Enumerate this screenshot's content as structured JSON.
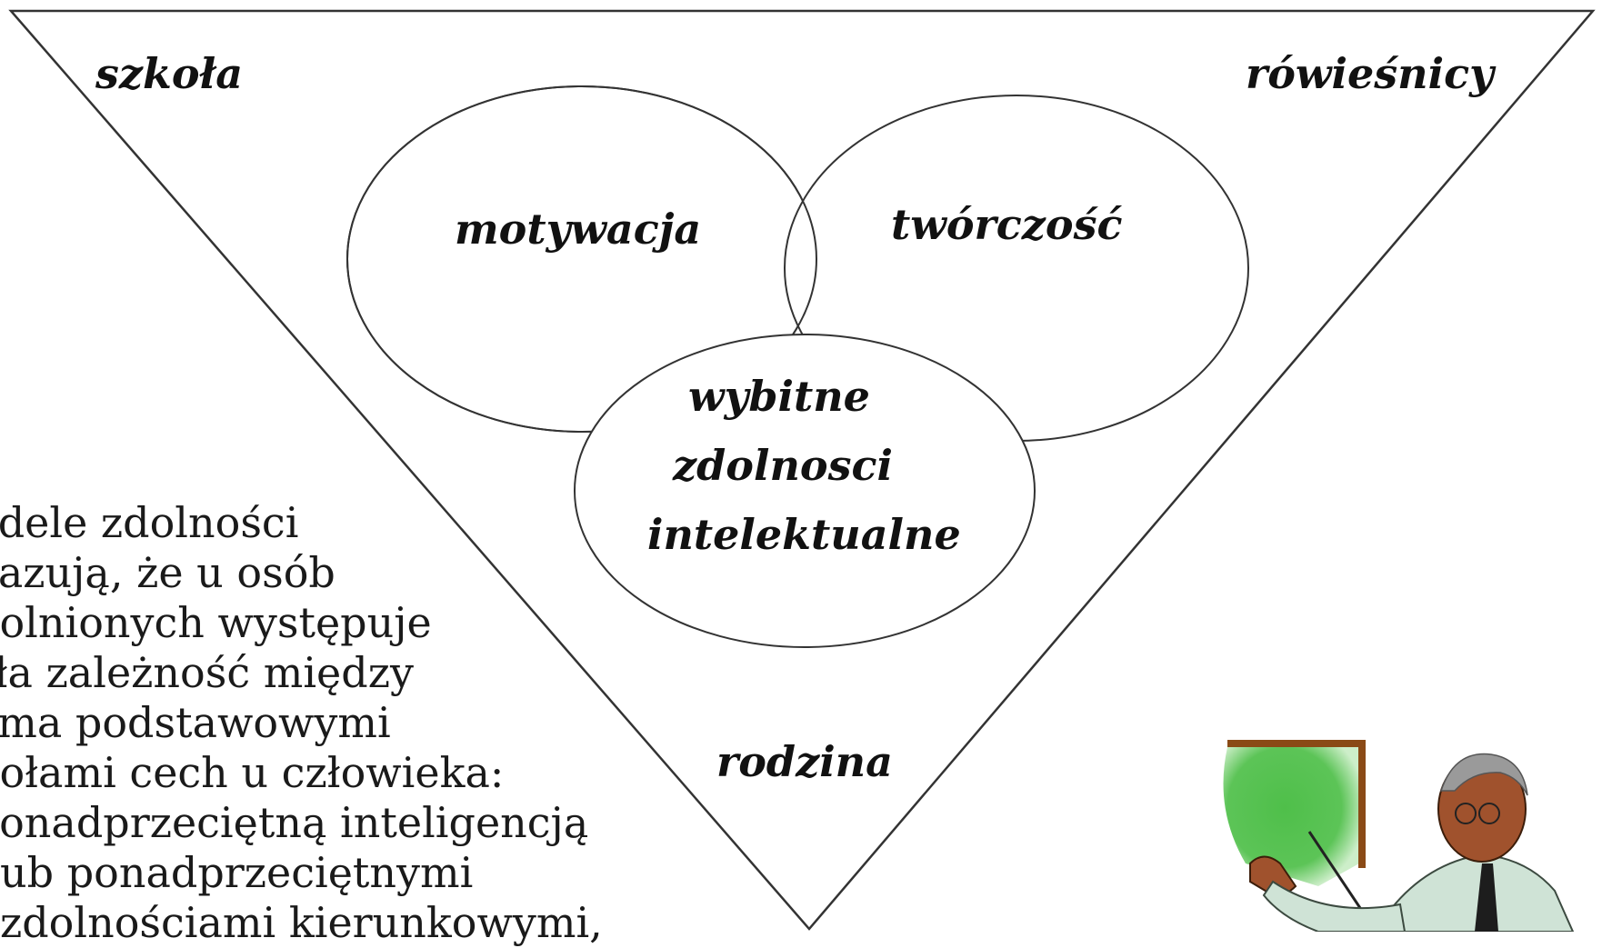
{
  "diagram": {
    "corners": {
      "top_left": "szkoła",
      "top_right": "rówieśnicy",
      "bottom": "rodzina"
    },
    "circles": {
      "left": "motywacja",
      "right": "twórczość",
      "center": [
        "wybitne",
        "zdolnosci",
        "intelektualne"
      ]
    }
  },
  "text_lines": [
    "odele zdolności",
    "kazują, że u osób",
    "dolnionych występuje",
    "sła zależność między",
    "ema podstawowymi",
    "połami cech u człowieka:",
    "Ponadprzeciętną inteligencją",
    "ub ponadprzeciętnymi",
    "zdolnościami kierunkowymi,"
  ],
  "clipart": {
    "icon": "teacher-with-pointer-icon",
    "colors": {
      "board": "#4fbf4a",
      "frame": "#8a4a16",
      "skin": "#a0522d",
      "jacket": "#cfe3d6"
    }
  }
}
